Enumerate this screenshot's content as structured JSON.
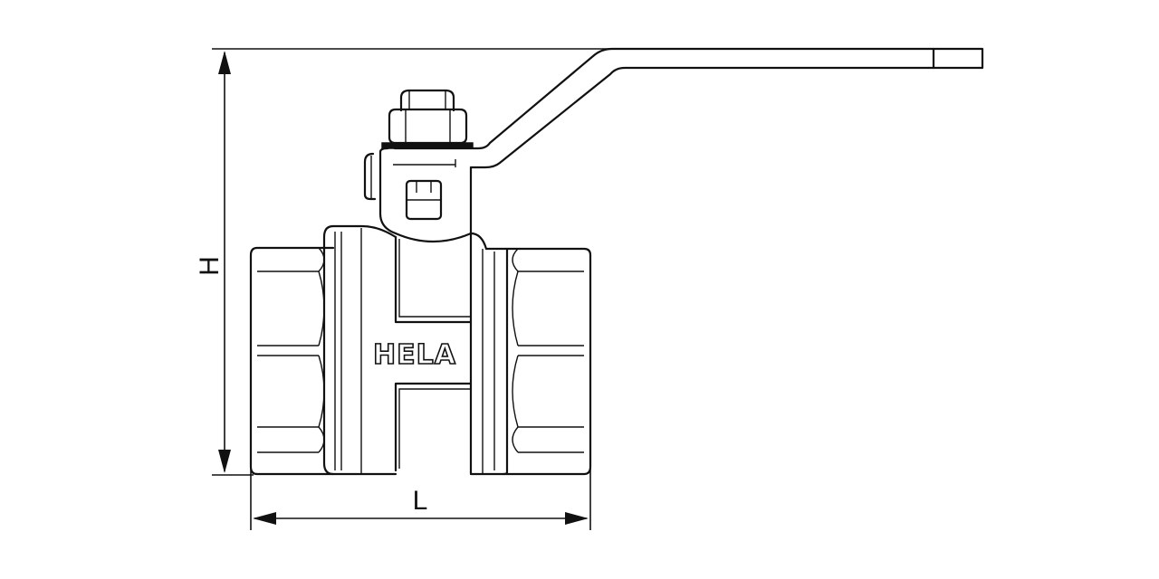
{
  "drawing": {
    "brand_marking": "HELA",
    "dimension_height_label": "H",
    "dimension_length_label": "L"
  }
}
